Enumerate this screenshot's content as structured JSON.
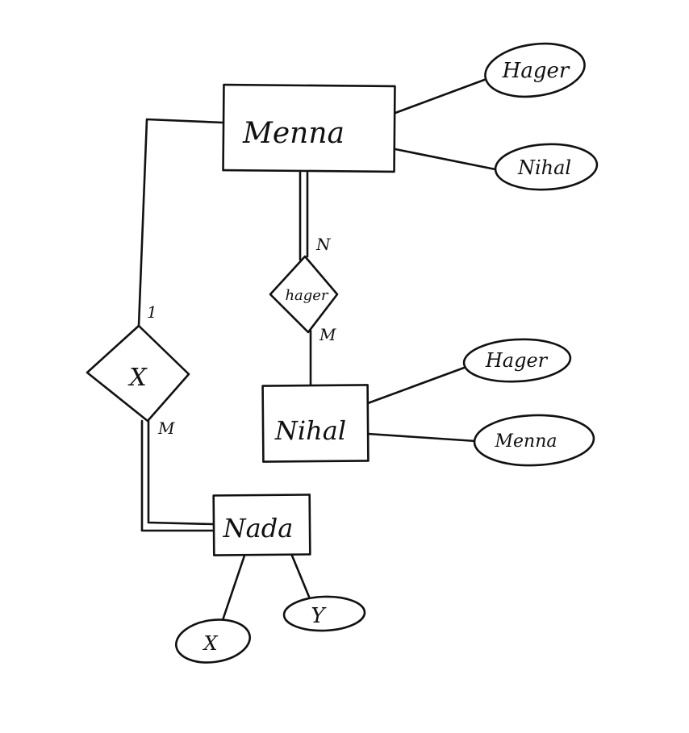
{
  "entities": {
    "menna": "Menna",
    "nihal": "Nihal",
    "nada": "Nada"
  },
  "relationships": {
    "hager": "hager",
    "x": "X"
  },
  "attributes": {
    "menna_hager": "Hager",
    "menna_nihal": "Nihal",
    "nihal_hager": "Hager",
    "nihal_menna": "Menna",
    "nada_x": "X",
    "nada_y": "Y"
  },
  "cardinalities": {
    "hager_menna": "N",
    "hager_nihal": "M",
    "x_menna": "1",
    "x_nada": "M"
  },
  "colors": {
    "ink": "#111111",
    "background": "#ffffff"
  }
}
